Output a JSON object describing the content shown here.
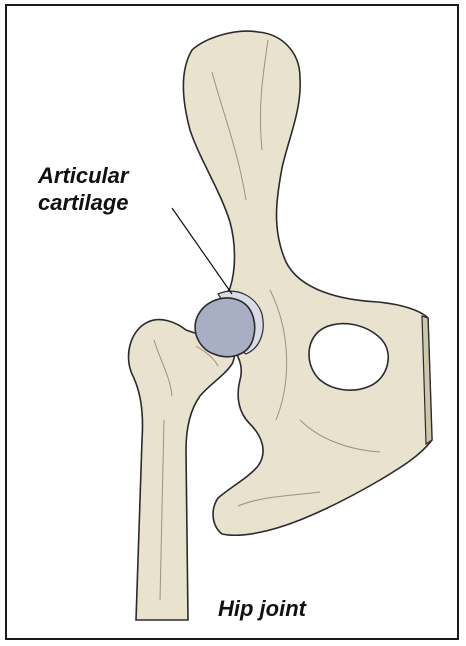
{
  "labels": {
    "articular_line1": "Articular",
    "articular_line2": "cartilage",
    "title": "Hip joint"
  },
  "colors": {
    "bone": "#e8e2cf",
    "bone_shadow": "#cfc7ac",
    "outline": "#2b2b2b",
    "cartilage": "#a8aec4",
    "cartilage_rim": "#d9dbe6",
    "frame": "#1a1a1a"
  }
}
